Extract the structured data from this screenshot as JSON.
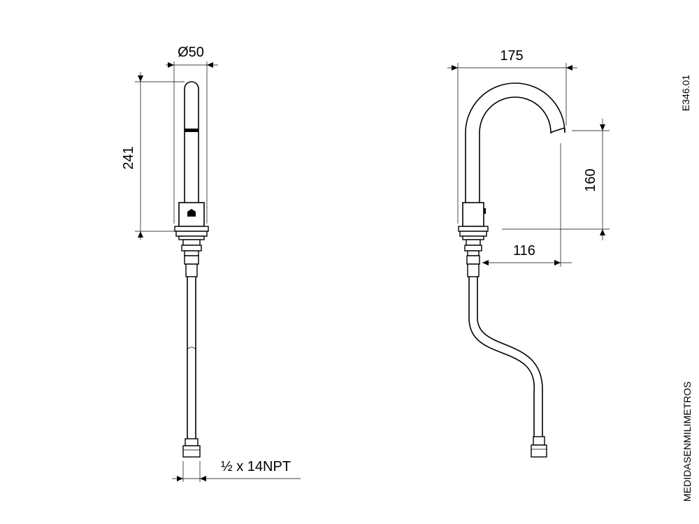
{
  "dimensions": {
    "diameter": "Ø50",
    "height": "241",
    "reach": "175",
    "spout_height": "160",
    "offset": "116",
    "thread": "½ x 14NPT"
  },
  "code": "E346.01",
  "units_note": "MEDIDASENMILIMETROS"
}
